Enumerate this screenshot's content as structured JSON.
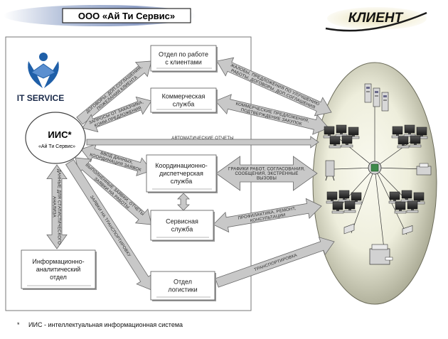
{
  "header": {
    "company_title": "ООО «Ай Ти Сервис»",
    "client_title": "КЛИЕНТ"
  },
  "logo": {
    "caption": "IT SERVICE"
  },
  "iis": {
    "title": "ИИС*",
    "subtitle": "«Ай Ти Сервис»"
  },
  "departments": {
    "client_relations": [
      "Отдел по работе",
      "с клиентами"
    ],
    "commercial": [
      "Коммерческая",
      "служба"
    ],
    "coordination": [
      "Координационно-",
      "диспетчерская",
      "служба"
    ],
    "service": [
      "Сервисная",
      "служба"
    ],
    "logistics": [
      "Отдел",
      "логистики"
    ],
    "analytics": [
      "Информационно-",
      "аналитический",
      "отдел"
    ]
  },
  "arrow_labels": {
    "iis_to_clients": [
      "ДОГОВОРЫ, ДОП.СОГЛАШЕНИЯ,",
      "ПОЖЕЛАНИЯ КЛИЕНТА"
    ],
    "iis_to_commercial": [
      "ЗАПРОСЫ ОТ ЗАКАЗЧИКА,",
      "КОММ.ПРЕДЛОЖЕНИЯ"
    ],
    "iis_to_coordination": [
      "ВВОД ДАННЫХ,",
      "КООРДИНАЦИЯ ЗАЯВОК"
    ],
    "iis_to_service": [
      "ВЫПОЛНЕННЫЕ ЗАЯВКИ, ОТЧЕТЫ",
      "ЗАЯВКИ НА РАБОТЫ"
    ],
    "iis_to_logistics": [
      "ЗАЯВКИ НА ТРАНСПОРТИРОВКУ"
    ],
    "iis_analytics": [
      "ДАННЫЕ ДЛЯ СТАТИСТИЧЕСКОГО",
      "АНАЛИЗА"
    ],
    "clients_client": [
      "ЖАЛОБЫ, ПРЕДЛОЖЕНИЯ ПО УЛУЧШЕНИЮ",
      "РАБОТЫ, ДОГОВОРЫ, ДОП.СОГЛАШЕНИЯ"
    ],
    "commercial_client": [
      "КОММЕРЧЕСКИЕ ПРЕДЛОЖЕНИЯ,",
      "ПОДТВЕРЖДЕНИЕ ЗАКУПОК"
    ],
    "auto_reports": "АВТОМАТИЧЕСКИЕ ОТЧЕТЫ",
    "coordination_client": [
      "ГРАФИКИ РАБОТ, СОГЛАСОВАНИЯ,",
      "СООБЩЕНИЯ, ЭКСТРЕННЫЕ",
      "ВЫЗОВЫ"
    ],
    "service_client": [
      "ПРОФИЛАКТИКА, РЕМОНТ,",
      "КОНСУЛЬТАЦИИ"
    ],
    "logistics_client": [
      "ТРАНСПОРТИРОВКА"
    ]
  },
  "footnote": {
    "star": "*",
    "text": "ИИС - интеллектуальная информационная система"
  },
  "colors": {
    "arrow_fill": "#c8c8c8",
    "arrow_stroke": "#6a6a6a",
    "box_fill": "#ffffff",
    "ellipse_light": "#f4f4e4",
    "ellipse_dark": "#9c9c86",
    "header_band": "#9eaed0",
    "logo_blue": "#1f5fa8"
  }
}
